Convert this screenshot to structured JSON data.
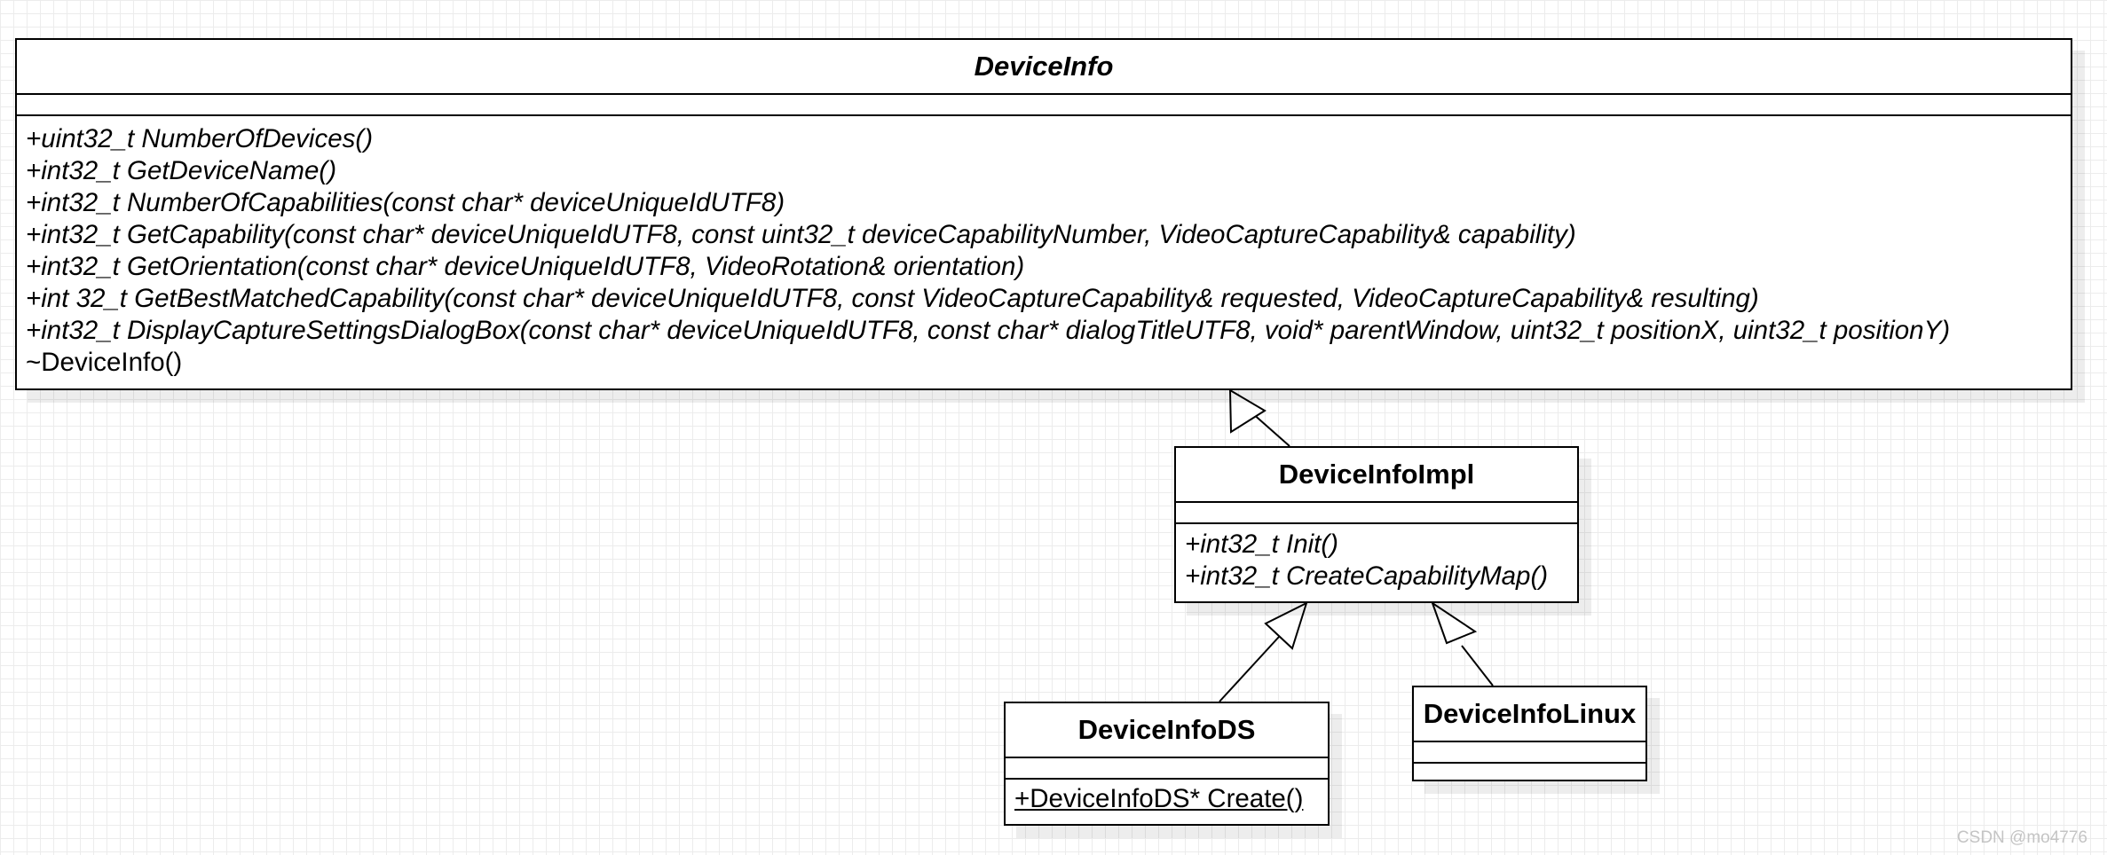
{
  "classes": {
    "device_info": {
      "name": "DeviceInfo",
      "operations": [
        "+uint32_t NumberOfDevices()",
        "+int32_t GetDeviceName()",
        "+int32_t NumberOfCapabilities(const char* deviceUniqueIdUTF8)",
        "+int32_t GetCapability(const char* deviceUniqueIdUTF8, const uint32_t deviceCapabilityNumber, VideoCaptureCapability& capability)",
        "+int32_t GetOrientation(const char* deviceUniqueIdUTF8, VideoRotation& orientation)",
        "+int 32_t GetBestMatchedCapability(const char* deviceUniqueIdUTF8, const VideoCaptureCapability& requested, VideoCaptureCapability& resulting)",
        "+int32_t DisplayCaptureSettingsDialogBox(const char* deviceUniqueIdUTF8, const char* dialogTitleUTF8, void* parentWindow, uint32_t positionX, uint32_t positionY)",
        "~DeviceInfo()"
      ]
    },
    "device_info_impl": {
      "name": "DeviceInfoImpl",
      "operations": [
        "+int32_t Init()",
        "+int32_t CreateCapabilityMap()"
      ]
    },
    "device_info_ds": {
      "name": "DeviceInfoDS",
      "operations": [
        "+DeviceInfoDS* Create()"
      ]
    },
    "device_info_linux": {
      "name": "DeviceInfoLinux",
      "operations": []
    }
  },
  "relations": [
    {
      "type": "generalization",
      "from": "DeviceInfoImpl",
      "to": "DeviceInfo"
    },
    {
      "type": "generalization",
      "from": "DeviceInfoDS",
      "to": "DeviceInfoImpl"
    },
    {
      "type": "generalization",
      "from": "DeviceInfoLinux",
      "to": "DeviceInfoImpl"
    }
  ],
  "watermark": "CSDN @mo4776"
}
